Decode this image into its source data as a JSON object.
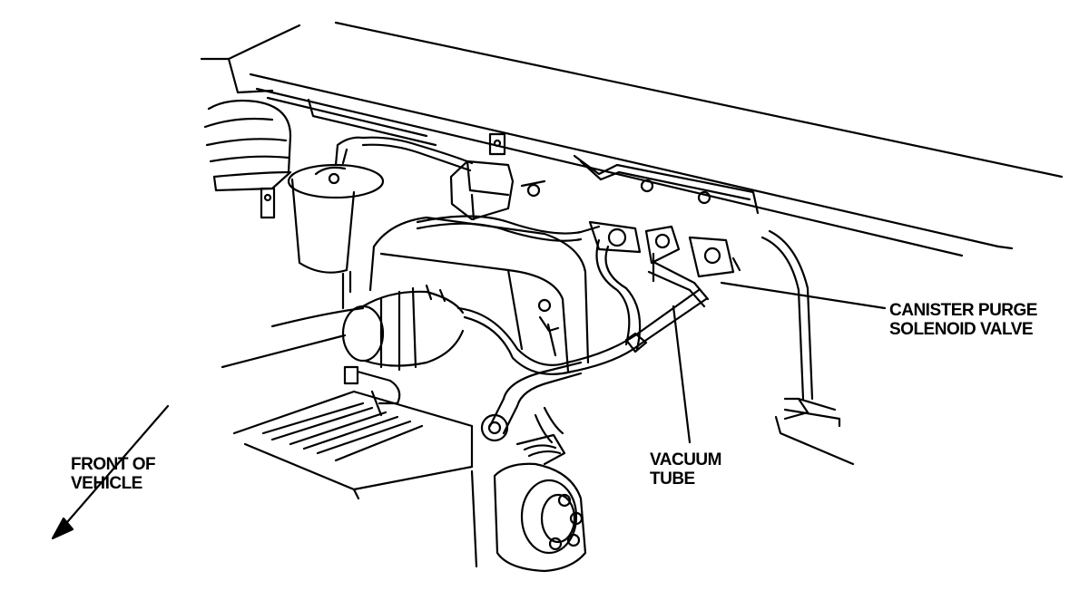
{
  "colors": {
    "ink": "#000000",
    "paper": "#ffffff"
  },
  "labels": {
    "canister_purge": {
      "line1": "CANISTER PURGE",
      "line2": "SOLENOID VALVE"
    },
    "vacuum_tube": {
      "line1": "VACUUM",
      "line2": "TUBE"
    },
    "front_of_vehicle": {
      "line1": "FRONT OF",
      "line2": "VEHICLE"
    }
  }
}
